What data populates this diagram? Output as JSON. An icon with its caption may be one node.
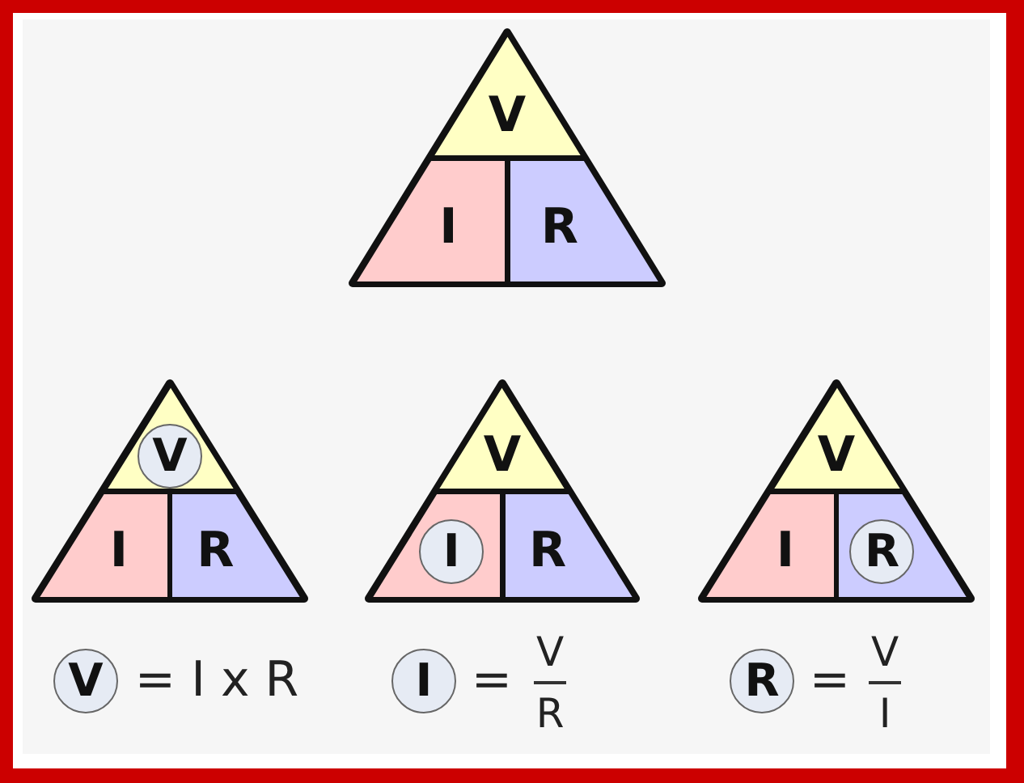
{
  "diagram": {
    "nodes": [
      {
        "text": [],
        "shape": "triangle"
      },
      {
        "text": [
          "V"
        ],
        "in": 0
      },
      {
        "text": [
          "I"
        ],
        "in": 0
      },
      {
        "text": [
          "R"
        ],
        "in": 0
      },
      {
        "text": [],
        "shape": "triangle"
      },
      {
        "text": [],
        "shape": "triangle",
        "in": 4
      },
      {
        "text": [
          "V"
        ],
        "in": 5
      },
      {
        "text": [
          "I"
        ],
        "in": 4
      },
      {
        "text": [
          "R"
        ],
        "in": 4
      },
      {
        "text": [],
        "shape": "triangle"
      },
      {
        "text": [
          "V"
        ],
        "in": 9
      },
      {
        "text": [],
        "shape": "trapezoid",
        "in": 9
      },
      {
        "text": [
          "I"
        ],
        "in": 11
      },
      {
        "text": [
          "R"
        ],
        "in": 9
      },
      {
        "text": [],
        "shape": "triangle"
      },
      {
        "text": [
          "V"
        ],
        "in": 14
      },
      {
        "text": [
          "I"
        ],
        "in": 14
      },
      {
        "text": [],
        "shape": "trapezoid",
        "in": 14
      },
      {
        "text": [
          "R"
        ],
        "in": 17
      },
      {
        "text": [
          "V"
        ]
      },
      {
        "text": [
          "I"
        ]
      },
      {
        "text": [
          "R"
        ]
      }
    ],
    "labels": [
      "= I x R",
      "=",
      "V",
      "R",
      "=",
      "V",
      "I"
    ]
  }
}
